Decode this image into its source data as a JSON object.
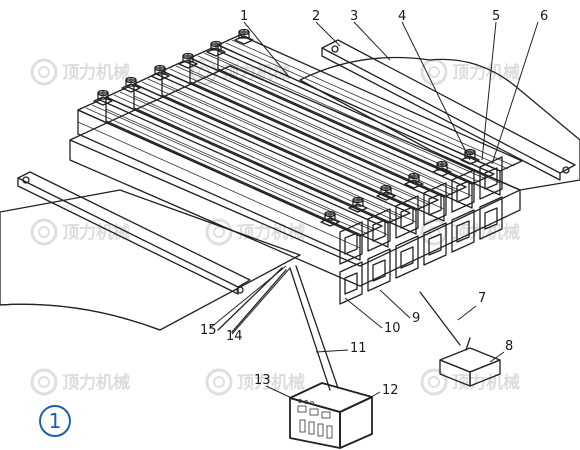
{
  "figure": {
    "label": "1",
    "accent_color": "#1c5fb0"
  },
  "watermark": {
    "text": "顶力机械",
    "icon": "gear-logo-icon"
  },
  "callouts": [
    {
      "id": "c1",
      "text": "1"
    },
    {
      "id": "c2",
      "text": "2"
    },
    {
      "id": "c3",
      "text": "3"
    },
    {
      "id": "c4",
      "text": "4"
    },
    {
      "id": "c5",
      "text": "5"
    },
    {
      "id": "c6",
      "text": "6"
    },
    {
      "id": "c7",
      "text": "7"
    },
    {
      "id": "c8",
      "text": "8"
    },
    {
      "id": "c9",
      "text": "9"
    },
    {
      "id": "c10",
      "text": "10"
    },
    {
      "id": "c11",
      "text": "11"
    },
    {
      "id": "c12",
      "text": "12"
    },
    {
      "id": "c13",
      "text": "13"
    },
    {
      "id": "c14",
      "text": "14"
    },
    {
      "id": "c15",
      "text": "15"
    }
  ]
}
